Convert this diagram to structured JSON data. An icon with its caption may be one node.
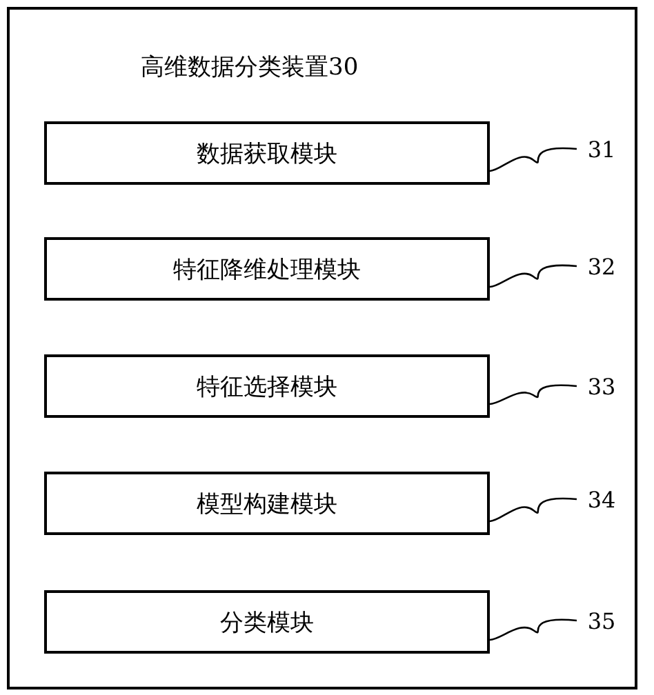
{
  "diagram": {
    "nodes": [
      {
        "text": [
          "高维数据分类装置30"
        ]
      },
      {
        "text": [
          "数据获取模块"
        ],
        "in": 0
      },
      {
        "text": [
          "31"
        ],
        "in": 0
      },
      {
        "text": [
          "特征降维处理模块"
        ],
        "in": 0
      },
      {
        "text": [
          "32"
        ],
        "in": 0
      },
      {
        "text": [
          "特征选择模块"
        ],
        "in": 0
      },
      {
        "text": [
          "33"
        ],
        "in": 0
      },
      {
        "text": [
          "模型构建模块"
        ],
        "in": 0
      },
      {
        "text": [
          "34"
        ],
        "in": 0
      },
      {
        "text": [
          "分类模块"
        ],
        "in": 0
      },
      {
        "text": [
          "35"
        ],
        "in": 0
      }
    ],
    "edges": [
      {
        "from": 2,
        "to": 1,
        "arrow": "none"
      },
      {
        "from": 4,
        "to": 3,
        "arrow": "none"
      },
      {
        "from": 6,
        "to": 5,
        "arrow": "none"
      },
      {
        "from": 8,
        "to": 7,
        "arrow": "none"
      },
      {
        "from": 10,
        "to": 9,
        "arrow": "none"
      }
    ]
  }
}
